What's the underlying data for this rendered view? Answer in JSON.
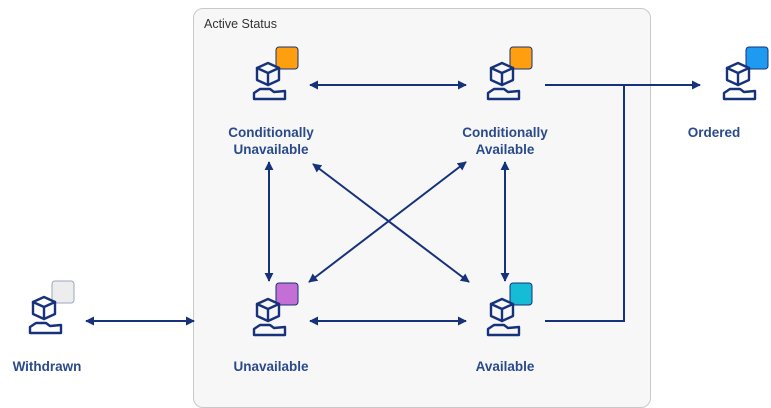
{
  "group": {
    "title": "Active Status"
  },
  "nodes": {
    "cond_unavailable": {
      "label": "Conditionally\nUnavailable",
      "icon": "package-hand-icon",
      "color": "#ff9f0f"
    },
    "cond_available": {
      "label": "Conditionally\nAvailable",
      "icon": "package-hand-icon",
      "color": "#ff9f0f"
    },
    "ordered": {
      "label": "Ordered",
      "icon": "package-hand-icon",
      "color": "#1e9bf0"
    },
    "unavailable": {
      "label": "Unavailable",
      "icon": "package-hand-icon",
      "color": "#c46fd6"
    },
    "available": {
      "label": "Available",
      "icon": "package-hand-icon",
      "color": "#14bcd6"
    },
    "withdrawn": {
      "label": "Withdrawn",
      "icon": "package-hand-icon",
      "color": "#ededed"
    }
  },
  "colors": {
    "arrow": "#16327a",
    "label": "#2a4a8c",
    "icon": "#16327a"
  }
}
